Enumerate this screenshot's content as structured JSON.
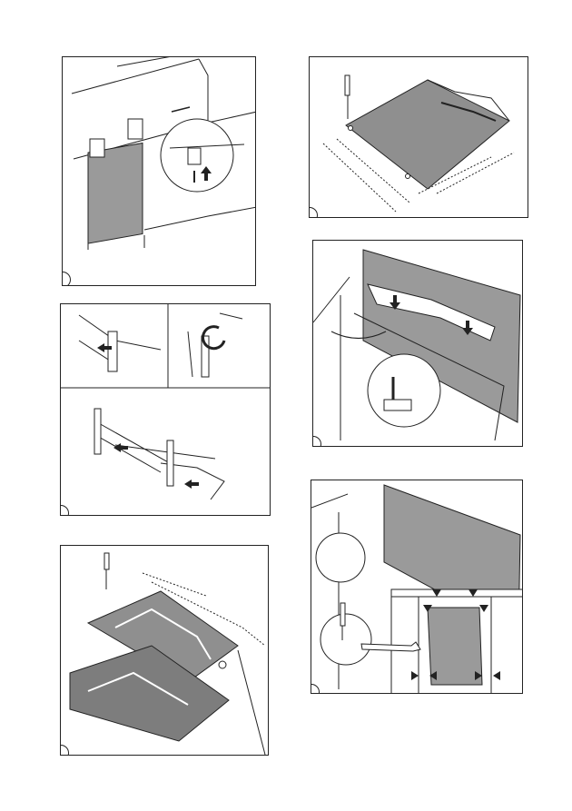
{
  "page": {
    "title": ""
  },
  "steps": [
    {
      "id": "step-1",
      "label": ""
    },
    {
      "id": "step-2",
      "label": ""
    },
    {
      "id": "step-3",
      "label": ""
    },
    {
      "id": "step-4",
      "label": ""
    },
    {
      "id": "step-5",
      "label": ""
    },
    {
      "id": "step-6",
      "label": ""
    }
  ],
  "colors": {
    "line": "#222222",
    "panel_fill": "#8f8f8f",
    "door_fill": "#9a9a9a",
    "background": "#ffffff"
  },
  "icons": [
    "screwdriver-icon",
    "wrench-icon",
    "arrow-icon",
    "rotate-arrow-icon"
  ]
}
